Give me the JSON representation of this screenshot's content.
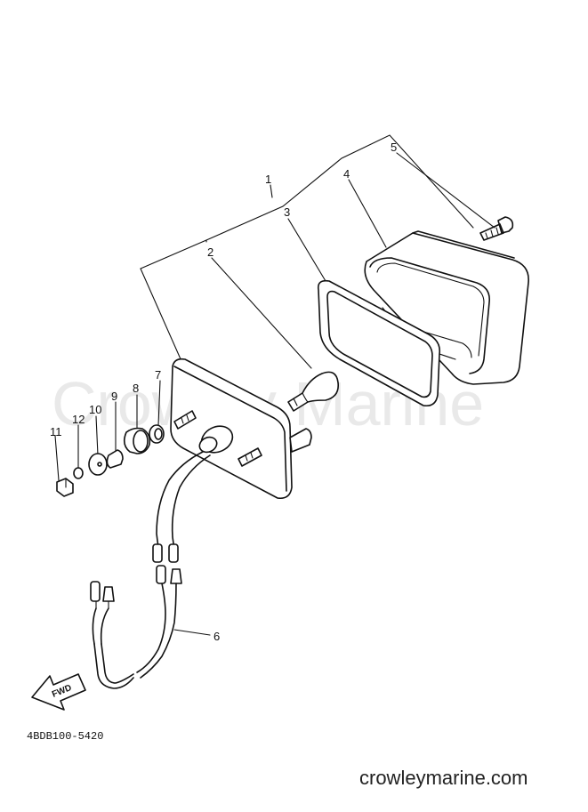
{
  "watermark": "Crowley Marine",
  "diagram_code": "4BDB100-5420",
  "site": "crowleymarine.com",
  "fwd_label": "FWD",
  "callouts": {
    "c1": "1",
    "c2": "2",
    "c3": "3",
    "c4": "4",
    "c5": "5",
    "c6": "6",
    "c7": "7",
    "c8": "8",
    "c9": "9",
    "c10": "10",
    "c11": "11",
    "c12": "12"
  }
}
